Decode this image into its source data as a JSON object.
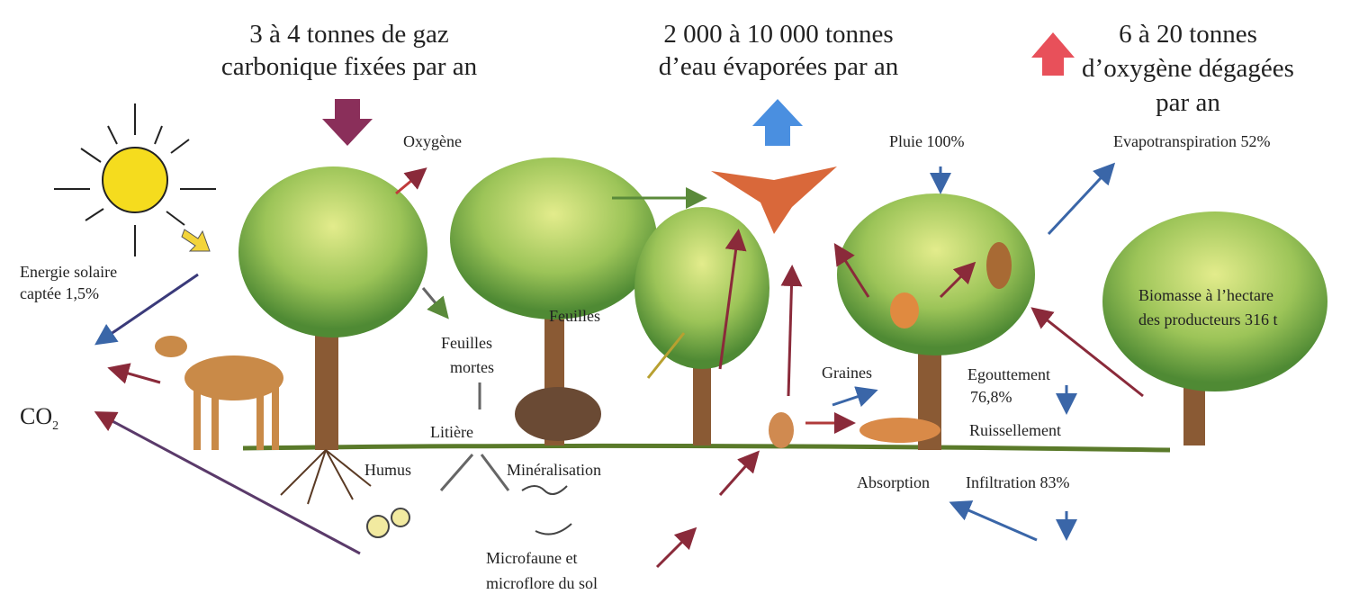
{
  "headlines": {
    "carbon": [
      "3 à 4 tonnes de gaz",
      "carbonique fixées par an"
    ],
    "water": [
      "2 000 à 10 000 tonnes",
      "d’eau évaporées  par an"
    ],
    "oxygen": [
      "6 à 20 tonnes",
      "d’oxygène dégagées",
      "par an"
    ]
  },
  "labels": {
    "oxygene": "Oxygène",
    "pluie": "Pluie 100%",
    "evapotranspiration": "Evapotranspiration 52%",
    "energie": [
      "Energie solaire",
      "captée 1,5%"
    ],
    "co2": "CO",
    "co2_sub": "2",
    "feuilles": "Feuilles",
    "feuilles_mortes": [
      "Feuilles",
      "mortes"
    ],
    "litiere": "Litière",
    "humus": "Humus",
    "mineralisation": "Minéralisation",
    "microfaune": [
      "Microfaune et",
      "microflore du sol"
    ],
    "graines": "Graines",
    "egouttement": [
      "Egouttement",
      "76,8%"
    ],
    "ruissellement": "Ruissellement",
    "absorption": "Absorption",
    "infiltration": "Infiltration 83%",
    "biomasse": [
      "Biomasse à l’hectare",
      "des producteurs  316 t"
    ]
  },
  "colors": {
    "carbon_arrow": "#8a2f5a",
    "water_arrow": "#4a8fe0",
    "oxygen_arrow": "#e8505a",
    "sun": "#f5dc1e",
    "foliage_light": "#cfe27a",
    "foliage_dark": "#5e9a3c",
    "trunk": "#7a4a2a",
    "flow_red": "#8a2a3a",
    "flow_blue": "#3a66a8"
  }
}
